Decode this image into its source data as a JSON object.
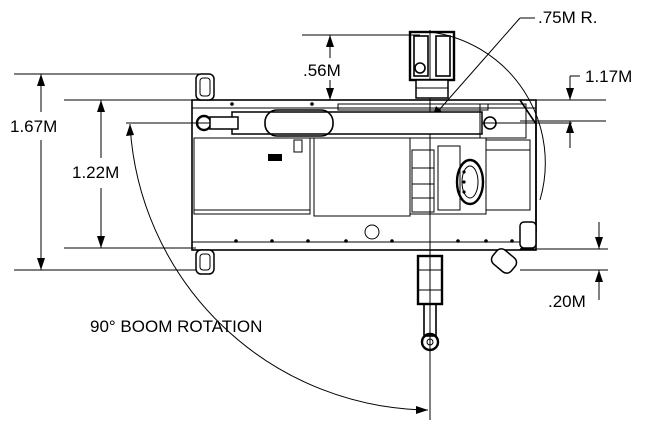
{
  "dimensions": {
    "radius": ".75M R.",
    "top_offset": ".56M",
    "right_top": "1.17M",
    "overall_width": "1.67M",
    "inner_width": "1.22M",
    "bottom_offset": ".20M"
  },
  "labels": {
    "rotation": "90° BOOM ROTATION"
  }
}
